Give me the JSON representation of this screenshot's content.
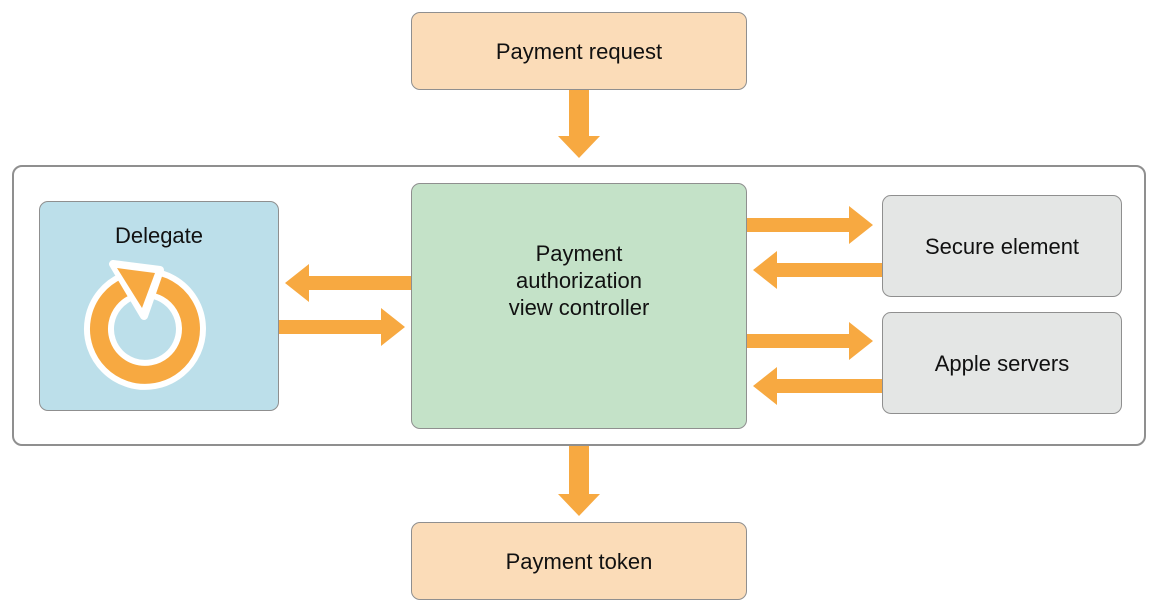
{
  "diagram": {
    "nodes": {
      "payment_request": "Payment request",
      "delegate": "Delegate",
      "controller": "Payment\nauthorization\nview controller",
      "secure_element": "Secure element",
      "apple_servers": "Apple servers",
      "payment_token": "Payment token"
    },
    "colors": {
      "arrow": "#f7a941",
      "endpoint_fill": "#fbdcb8",
      "controller_fill": "#c4e2c8",
      "delegate_fill": "#bcdfea",
      "service_fill": "#e4e6e5",
      "border": "#8f8f8f"
    },
    "icons": {
      "delegate_icon": "circular-refresh-icon"
    }
  }
}
